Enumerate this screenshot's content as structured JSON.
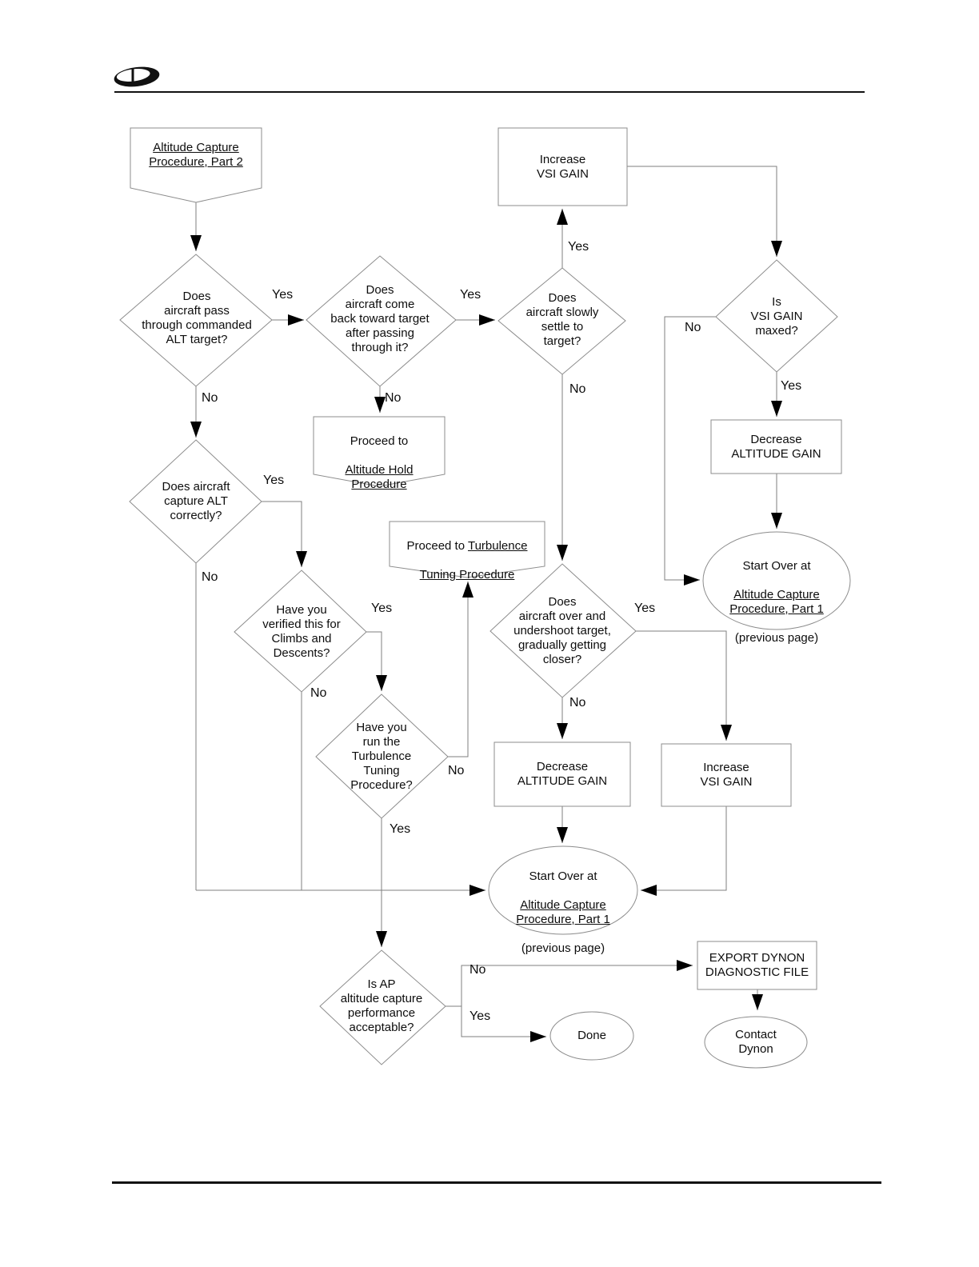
{
  "page": {
    "logo": "dynon-logo"
  },
  "nodes": {
    "start_part2": {
      "text": "Altitude Capture\nProcedure, Part 2"
    },
    "pass_through": {
      "text": "Does\naircraft pass\nthrough commanded\nALT target?"
    },
    "come_back": {
      "text": "Does\naircraft come\nback toward target\nafter passing\nthrough it?"
    },
    "settle": {
      "text": "Does\naircraft slowly\nsettle to\ntarget?"
    },
    "increase_vsi_top": {
      "text": "Increase\nVSI GAIN"
    },
    "vsi_maxed": {
      "text": "Is\nVSI GAIN\nmaxed?"
    },
    "decrease_alt_right": {
      "text": "Decrease\nALTITUDE GAIN"
    },
    "start_over_right": {
      "prefix": "Start Over at",
      "link": "Altitude Capture\nProcedure, Part 1",
      "suffix": "(previous page)"
    },
    "alt_hold": {
      "prefix": "Proceed to",
      "link": "Altitude Hold\nProcedure"
    },
    "capture": {
      "text": "Does aircraft\ncapture ALT\ncorrectly?"
    },
    "verified": {
      "text": "Have you\nverified this for\nClimbs and\nDescents?"
    },
    "turb_proceed": {
      "prefix": "Proceed to ",
      "link1": "Turbulence",
      "link2": "Tuning Procedure"
    },
    "over_under": {
      "text": "Does\naircraft over and\nundershoot target,\ngradually getting\ncloser?"
    },
    "run_turb": {
      "text": "Have you\nrun the\nTurbulence\nTuning\nProcedure?"
    },
    "decrease_alt_bottom": {
      "text": "Decrease\nALTITUDE GAIN"
    },
    "increase_vsi_bottom": {
      "text": "Increase\nVSI GAIN"
    },
    "start_over_center": {
      "prefix": "Start Over at",
      "link": "Altitude Capture\nProcedure, Part 1",
      "suffix": "(previous page)"
    },
    "ap_acceptable": {
      "text": "Is AP\naltitude capture\nperformance\nacceptable?"
    },
    "export_file": {
      "text": "EXPORT DYNON\nDIAGNOSTIC FILE"
    },
    "done": {
      "text": "Done"
    },
    "contact": {
      "text": "Contact\nDynon"
    }
  },
  "edge_labels": {
    "pass_yes": "Yes",
    "pass_no": "No",
    "come_back_yes": "Yes",
    "come_back_no": "No",
    "settle_yes": "Yes",
    "settle_no": "No",
    "maxed_no": "No",
    "maxed_yes": "Yes",
    "capture_yes": "Yes",
    "capture_no": "No",
    "verified_yes": "Yes",
    "verified_no": "No",
    "run_no": "No",
    "run_yes": "Yes",
    "over_under_yes": "Yes",
    "over_under_no": "No",
    "ap_no": "No",
    "ap_yes": "Yes"
  },
  "colors": {
    "line": "#7f7f7f",
    "shape_border": "#8c8c8c",
    "arrow": "#000000"
  }
}
